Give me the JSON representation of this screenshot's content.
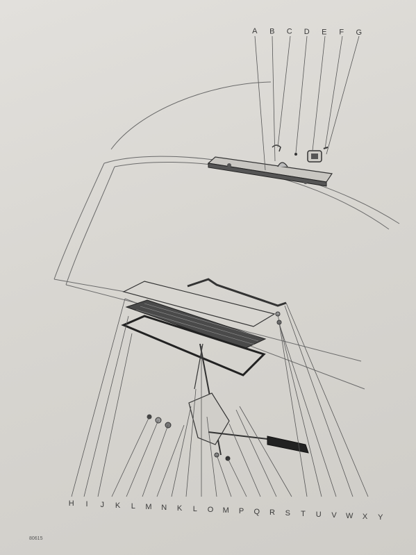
{
  "top_labels": [
    "A",
    "B",
    "C",
    "D",
    "E",
    "F",
    "G"
  ],
  "bottom_labels": [
    "H",
    "I",
    "J",
    "K",
    "L",
    "M",
    "N",
    "K",
    "L",
    "O",
    "M",
    "P",
    "Q",
    "R",
    "S",
    "T",
    "U",
    "V",
    "W",
    "X",
    "Y"
  ],
  "figure_code": "80615",
  "colors": {
    "paper": "#dcdad5",
    "ink": "#3a3a3a",
    "line": "#555555"
  }
}
